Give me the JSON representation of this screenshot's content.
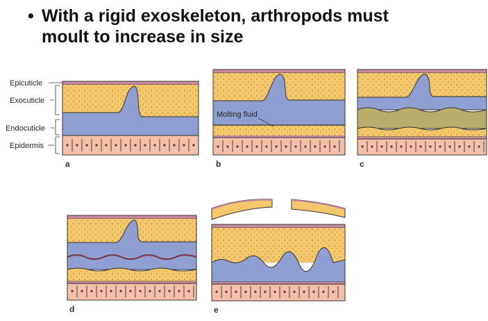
{
  "heading": {
    "bullet": "•",
    "line1": "With a rigid exoskeleton, arthropods must",
    "line2": "moult to increase in size"
  },
  "layer_labels": {
    "epicuticle": "Epicuticle",
    "exocuticle": "Exocuticle",
    "endocuticle": "Endocuticle",
    "epidermis": "Epidermis"
  },
  "annotations": {
    "molting_fluid": "Molting fluid"
  },
  "panels": {
    "a": "a",
    "b": "b",
    "c": "c",
    "d": "d",
    "e": "e"
  },
  "colors": {
    "exocuticle": "#f4c76a",
    "endocuticle": "#8f9fd2",
    "epicuticle": "#c98aa0",
    "epidermis": "#f3bfa8",
    "molting_fluid": "#b8ad6a",
    "outline": "#333333"
  }
}
